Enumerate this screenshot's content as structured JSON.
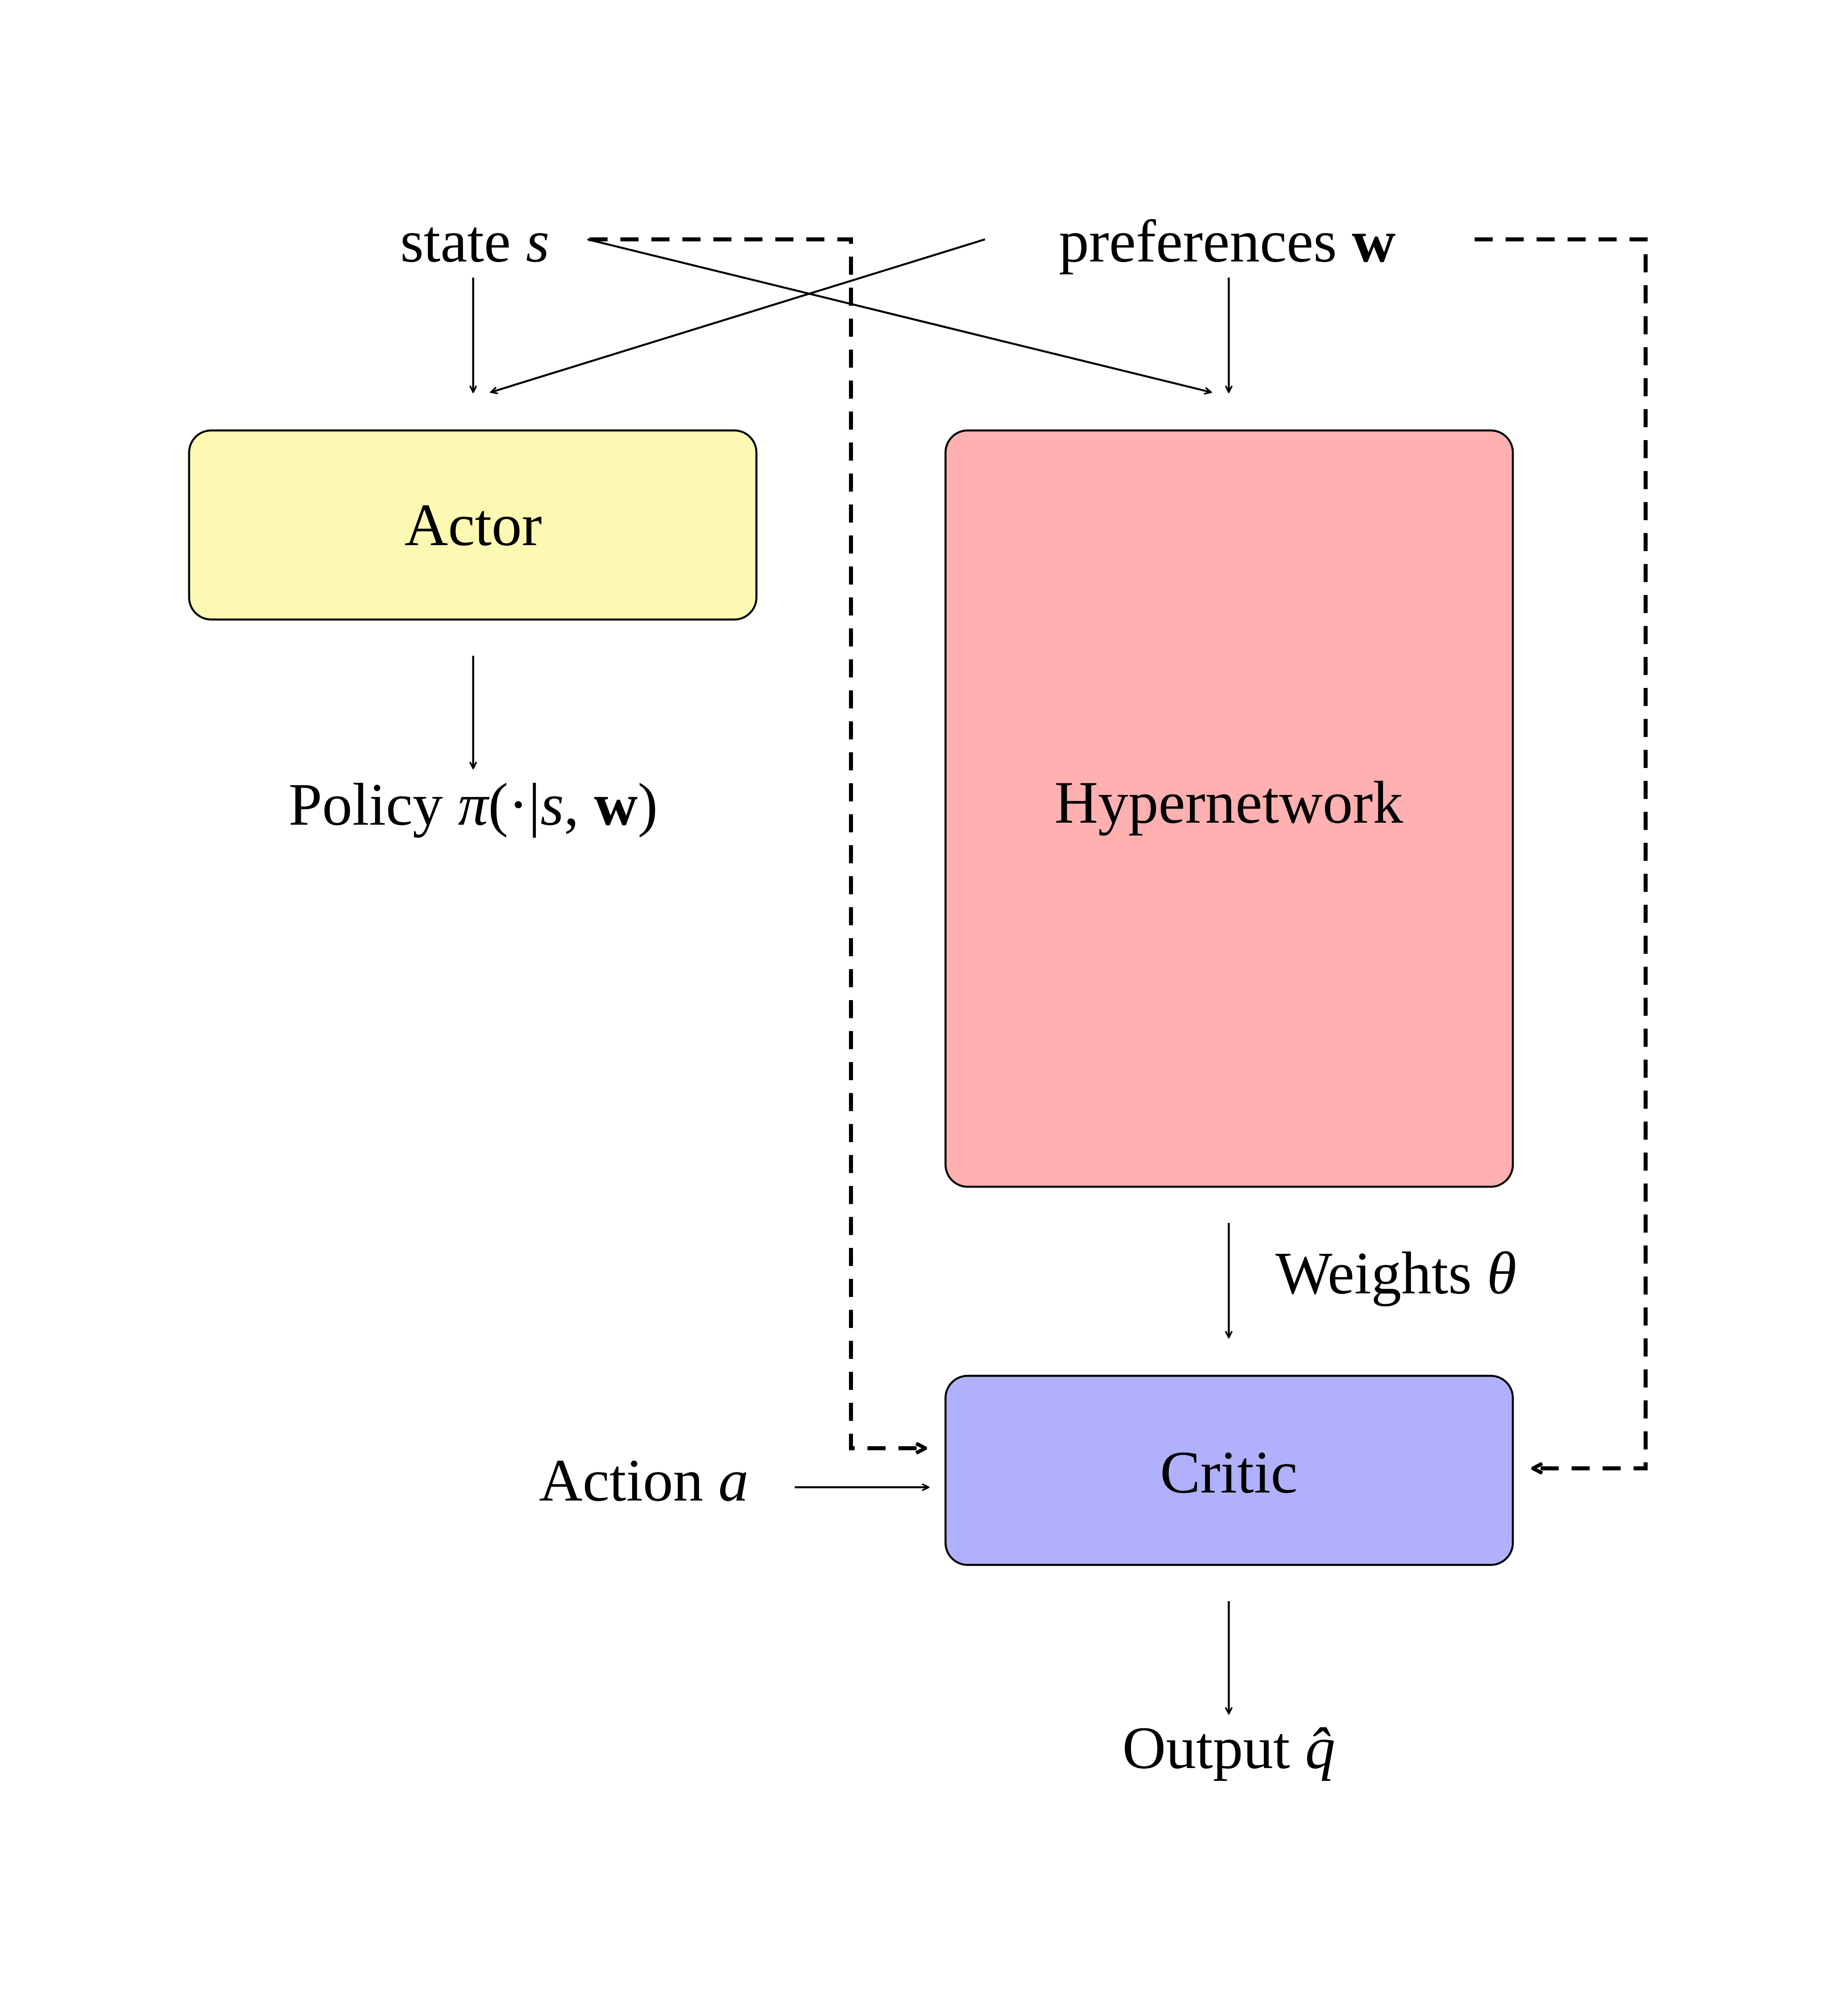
{
  "nodes": {
    "state": {
      "text": "state",
      "symbol": "s"
    },
    "preferences": {
      "text": "preferences",
      "symbol": "w"
    },
    "actor": {
      "label": "Actor",
      "fill": "#fcf9b2"
    },
    "hypernetwork": {
      "label": "Hypernetwork",
      "fill": "#ffb0b0"
    },
    "critic": {
      "label": "Critic",
      "fill": "#b0b0fc"
    },
    "policy": {
      "text": "Policy",
      "pi": "π",
      "open": "(·|",
      "s": "s",
      "comma": ", ",
      "w": "w",
      "close": ")"
    },
    "weights": {
      "text": "Weights",
      "symbol": "θ"
    },
    "action": {
      "text": "Action",
      "symbol": "a"
    },
    "output": {
      "text": "Output",
      "symbol": "q̂"
    }
  },
  "colors": {
    "stroke": "#000000",
    "actor": "#fcf9b2",
    "hypernetwork": "#ffb0b0",
    "critic": "#b0b0fc"
  }
}
